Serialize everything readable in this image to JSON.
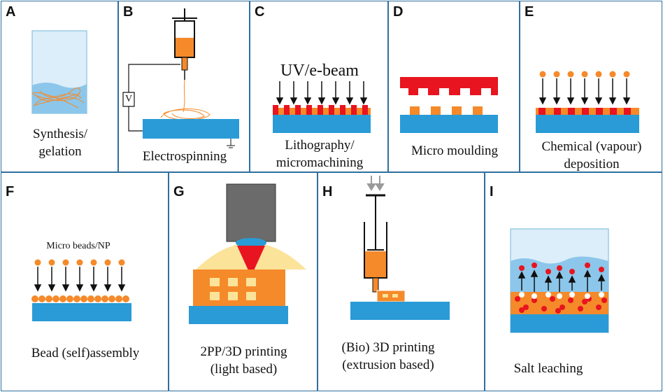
{
  "panels": [
    {
      "letter": "A",
      "caption_lines": [
        "Synthesis/",
        "gelation"
      ]
    },
    {
      "letter": "B",
      "caption_lines": [
        "Electrospinning"
      ],
      "label_v": "V"
    },
    {
      "letter": "C",
      "caption_lines": [
        "Lithography/",
        "micromachining"
      ],
      "label_uv": "UV/e-beam"
    },
    {
      "letter": "D",
      "caption_lines": [
        "Micro moulding"
      ]
    },
    {
      "letter": "E",
      "caption_lines": [
        "Chemical (vapour)",
        "deposition"
      ]
    },
    {
      "letter": "F",
      "caption_lines": [
        "Bead (self)assembly"
      ],
      "label_beads": "Micro beads/NP"
    },
    {
      "letter": "G",
      "caption_lines": [
        "2PP/3D printing",
        "(light based)"
      ]
    },
    {
      "letter": "H",
      "caption_lines": [
        "(Bio) 3D printing",
        "(extrusion based)"
      ]
    },
    {
      "letter": "I",
      "caption_lines": [
        "Salt leaching"
      ]
    }
  ],
  "colors": {
    "border": "#2f6f9f",
    "substrate": "#2a9bd6",
    "orange": "#f58a2a",
    "red": "#e8141f",
    "liquid": "#b9dcf1",
    "glow": "#fbe39a",
    "lens": "#6b6b6b"
  }
}
